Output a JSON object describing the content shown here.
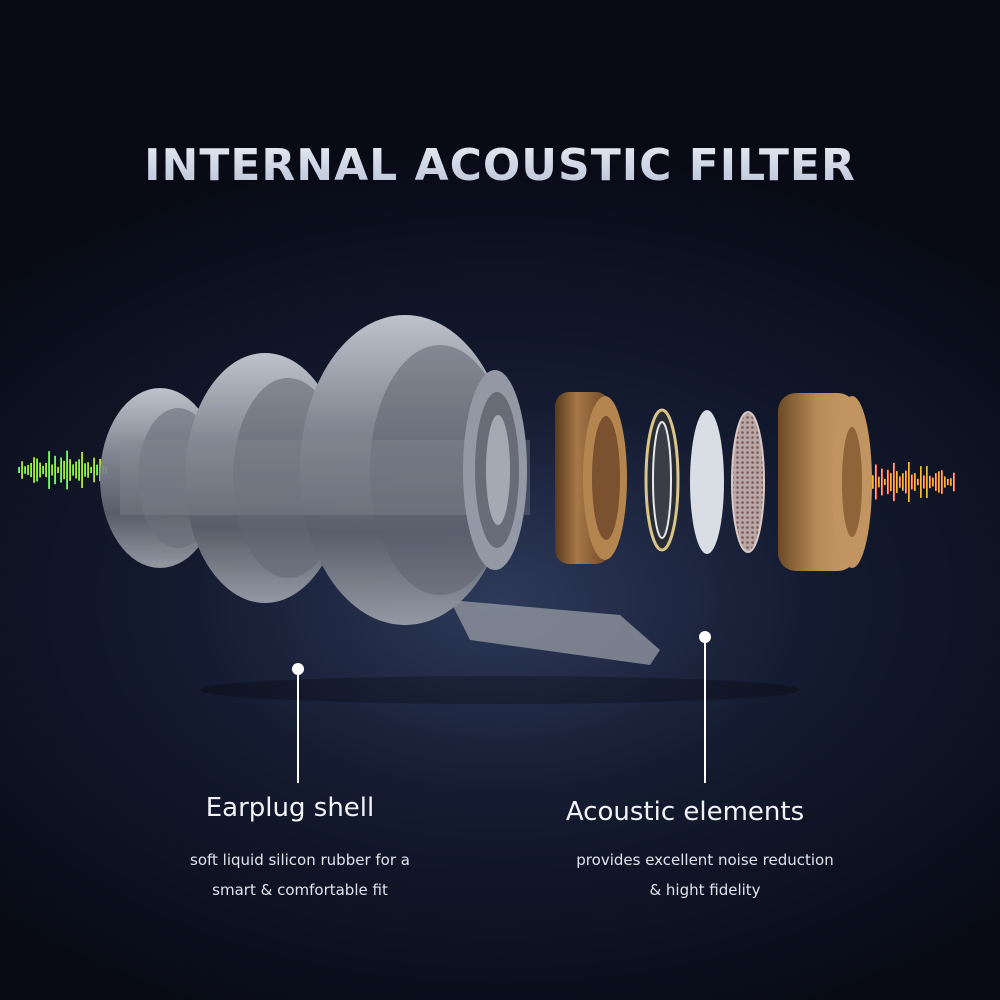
{
  "title": "INTERNAL ACOUSTIC FILTER",
  "callouts": [
    {
      "label": "Earplug shell",
      "description": "soft liquid silicon rubber for a\nsmart & comfortable fit"
    },
    {
      "label": "Acoustic elements",
      "description": "provides excellent noise reduction\n& hight fidelity"
    }
  ],
  "colors": {
    "wave_left": [
      "#2fd06a",
      "#9be23a",
      "#f0e23a"
    ],
    "wave_right": [
      "#f0e23a",
      "#f59a2a",
      "#f0356a"
    ],
    "filter_brown": "#8a5a2c"
  }
}
